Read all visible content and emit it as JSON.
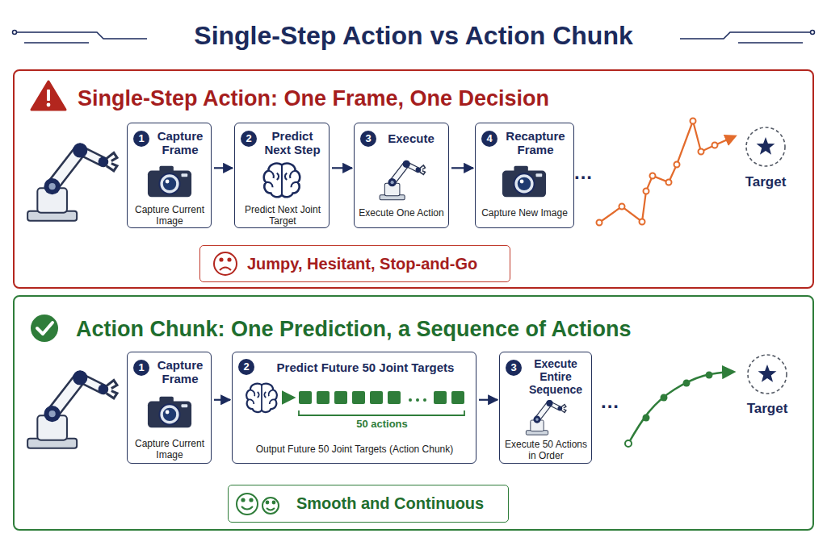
{
  "diagram": {
    "title": "Single-Step Action vs Action Chunk",
    "nodes": [
      {
        "text": [
          "Single-Step Action: One Frame, One Decision"
        ]
      },
      {
        "text": [
          "1",
          "Capture Frame",
          "Capture Current Image"
        ],
        "in": 0
      },
      {
        "text": [
          "2",
          "Predict Next Step",
          "Predict Next Joint Target"
        ],
        "in": 0
      },
      {
        "text": [
          "3",
          "Execute",
          "Execute One Action"
        ],
        "in": 0
      },
      {
        "text": [
          "4",
          "Recapture Frame",
          "Capture New Image"
        ],
        "in": 0
      },
      {
        "text": [
          "Target"
        ],
        "in": 0
      },
      {
        "text": [
          "Jumpy, Hesitant, Stop-and-Go"
        ],
        "in": 0
      },
      {
        "text": [
          "Action Chunk: One Prediction, a Sequence of Actions"
        ]
      },
      {
        "text": [
          "1",
          "Capture Frame",
          "Capture Current Image"
        ],
        "in": 7
      },
      {
        "text": [
          "2",
          "Predict Future 50 Joint Targets",
          "50 actions",
          "Output Future 50 Joint Targets (Action Chunk)"
        ],
        "in": 7
      },
      {
        "text": [
          "3",
          "Execute Entire Sequence",
          "Execute 50 Actions in Order"
        ],
        "in": 7
      },
      {
        "text": [
          "Target"
        ],
        "in": 7
      },
      {
        "text": [
          "Smooth and Continuous"
        ],
        "in": 7
      }
    ],
    "edges": [
      {
        "from": 1,
        "to": 2,
        "arrow": "to"
      },
      {
        "from": 2,
        "to": 3,
        "arrow": "to"
      },
      {
        "from": 3,
        "to": 4,
        "arrow": "to"
      },
      {
        "from": 8,
        "to": 9,
        "arrow": "to"
      },
      {
        "from": 9,
        "to": 10,
        "arrow": "to"
      }
    ],
    "labels": [
      "...",
      "..."
    ]
  }
}
